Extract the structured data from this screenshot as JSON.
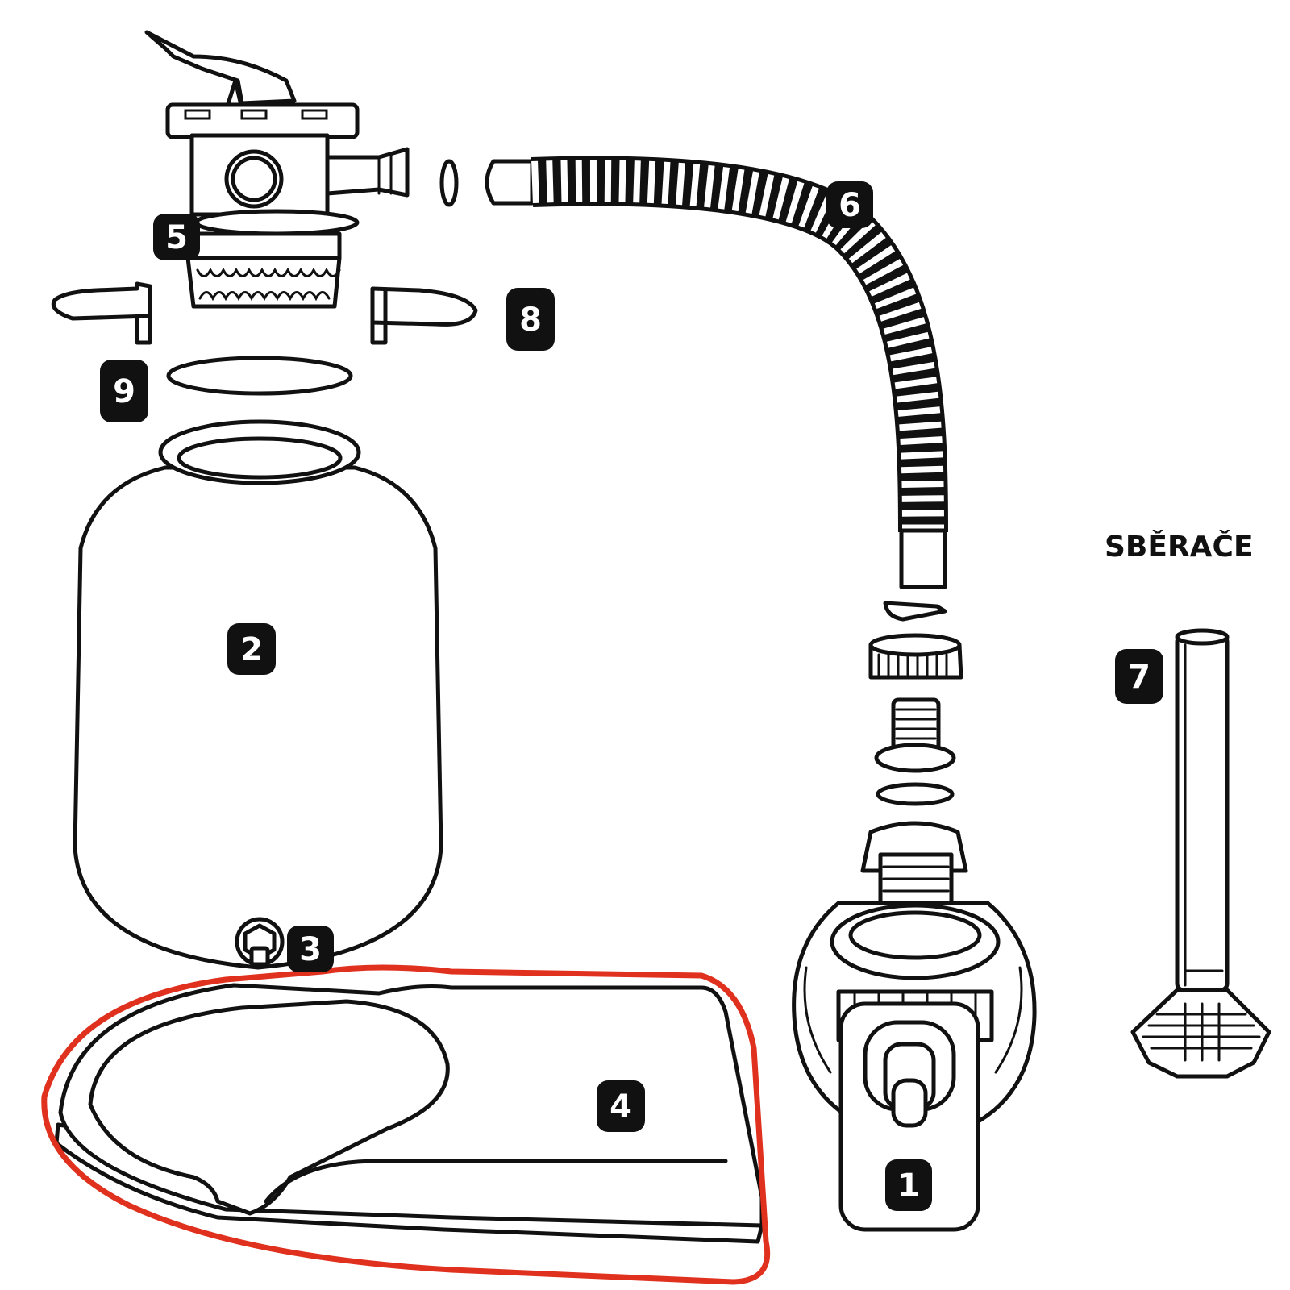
{
  "section_heading": "SBĚRAČE",
  "part_labels": {
    "pump": "1",
    "tank": "2",
    "drain_valve": "3",
    "base": "4",
    "valve": "5",
    "hose": "6",
    "skimmer": "7",
    "clamp": "8",
    "oring": "9"
  },
  "colors": {
    "outline": "#111111",
    "label_bg": "#111111",
    "label_text": "#ffffff",
    "highlight": "#e0301e"
  }
}
